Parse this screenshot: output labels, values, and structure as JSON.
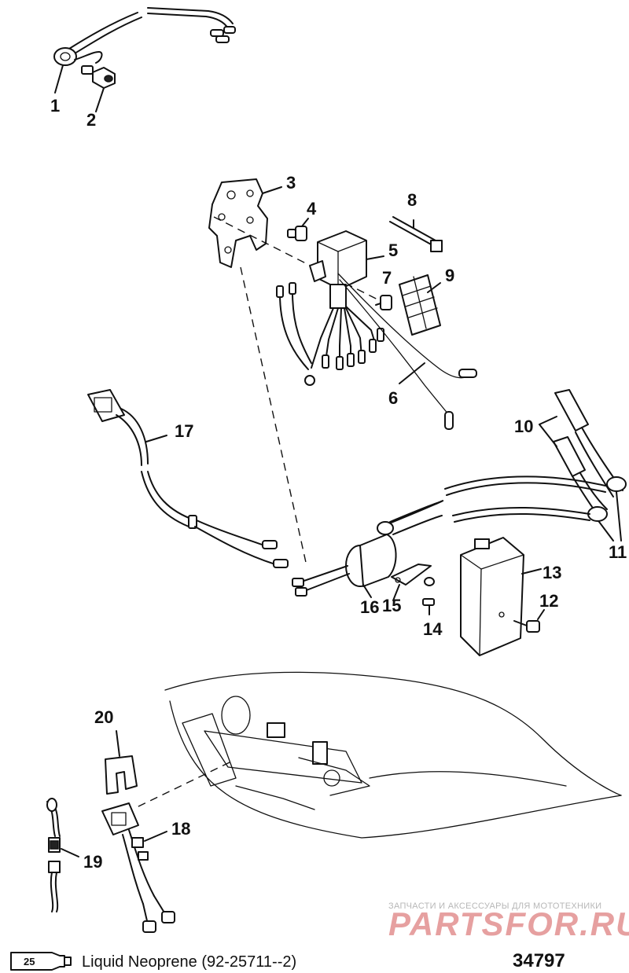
{
  "callouts": {
    "c1": "1",
    "c2": "2",
    "c3": "3",
    "c4": "4",
    "c5": "5",
    "c6": "6",
    "c7": "7",
    "c8": "8",
    "c9": "9",
    "c10": "10",
    "c11": "11",
    "c12": "12",
    "c13": "13",
    "c14": "14",
    "c15": "15",
    "c16": "16",
    "c17": "17",
    "c18": "18",
    "c19": "19",
    "c20": "20"
  },
  "watermark": {
    "tagline": "ЗАПЧАСТИ И АКСЕССУАРЫ ДЛЯ МОТОТЕХНИКИ",
    "logo_text": "PARTSFOR.RU",
    "logo_color": "#e6a0a0"
  },
  "legend": {
    "tube_number": "25",
    "label": "Liquid Neoprene (92-25711--2)"
  },
  "figure_id": "34797"
}
